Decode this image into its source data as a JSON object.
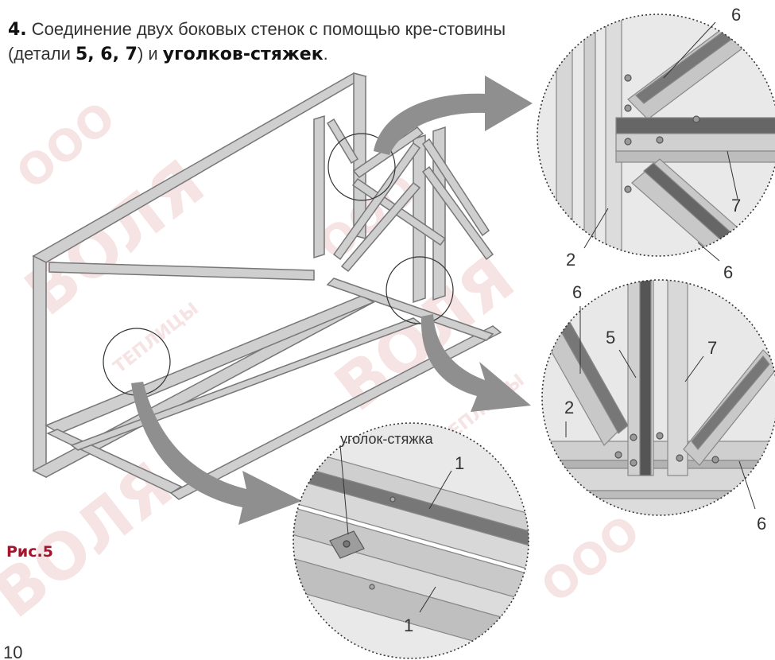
{
  "heading": {
    "step_number": "4.",
    "text_before": "Соединение двух боковых стенок с помощью кре-стовины (детали ",
    "parts": "5, 6, 7",
    "text_middle": ") и ",
    "connector": "уголков-стяжек",
    "text_end": "."
  },
  "figure_caption": "Рис.5",
  "page_number": "10",
  "watermark_text": [
    "ООО",
    "ВОЛЯ",
    "ТЕПЛИЦЫ"
  ],
  "callouts": {
    "top_right": {
      "labels": [
        "6",
        "7",
        "2",
        "6"
      ]
    },
    "middle_right": {
      "labels": [
        "6",
        "5",
        "7",
        "2",
        "6"
      ]
    },
    "bottom": {
      "labels": [
        "уголок-стяжка",
        "1",
        "1"
      ]
    }
  },
  "colors": {
    "accent": "#a1162d",
    "frame": "#b9b9b9",
    "arrow": "#8f8f8f"
  }
}
